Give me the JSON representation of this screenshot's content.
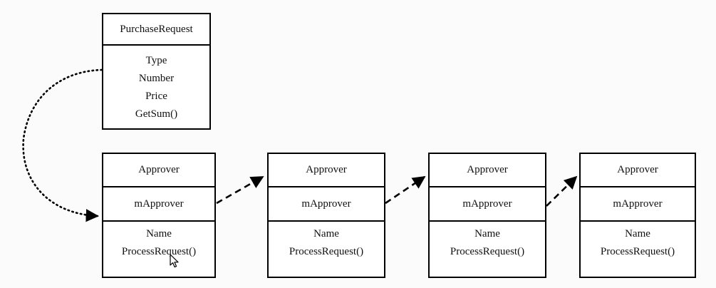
{
  "purchase_request": {
    "title": "PurchaseRequest",
    "attributes": [
      "Type",
      "Number",
      "Price",
      "GetSum()"
    ]
  },
  "approvers": [
    {
      "class_name": "Approver",
      "field": "mApprover",
      "members": [
        "Name",
        "ProcessRequest()"
      ]
    },
    {
      "class_name": "Approver",
      "field": "mApprover",
      "members": [
        "Name",
        "ProcessRequest()"
      ]
    },
    {
      "class_name": "Approver",
      "field": "mApprover",
      "members": [
        "Name",
        "ProcessRequest()"
      ]
    },
    {
      "class_name": "Approver",
      "field": "mApprover",
      "members": [
        "Name",
        "ProcessRequest()"
      ]
    }
  ],
  "connectors": {
    "request_to_first_approver": "dotted-arrow",
    "approver_successor_links": "dashed-arrow"
  },
  "colors": {
    "line": "#000000",
    "box_fill": "#ffffff",
    "background": "#fbfbfb"
  },
  "icons": {
    "pointer": "mouse-cursor-icon"
  }
}
